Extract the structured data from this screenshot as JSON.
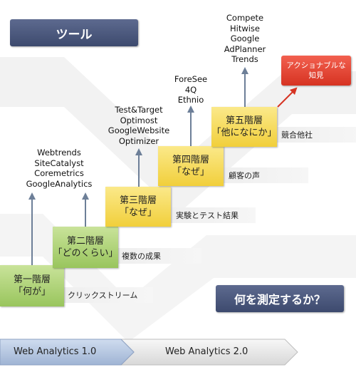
{
  "header": {
    "tools_label": "ツール",
    "question_label": "何を測定するか？"
  },
  "steps": [
    {
      "level": "第一階層",
      "question": "「何が」",
      "description": "クリックストリーム",
      "tools": [
        "Webtrends",
        "SiteCatalyst",
        "Coremetrics",
        "GoogleAnalytics"
      ]
    },
    {
      "level": "第二階層",
      "question": "「どのくらい」",
      "description": "複数の成果",
      "tools": []
    },
    {
      "level": "第三階層",
      "question": "「なぜ」",
      "description": "実験とテスト結果",
      "tools": [
        "Test&Target",
        "Optimost",
        "GoogleWebsite",
        "Optimizer"
      ]
    },
    {
      "level": "第四階層",
      "question": "「なぜ」",
      "description": "顧客の声",
      "tools": [
        "ForeSee",
        "4Q",
        "Ethnio"
      ]
    },
    {
      "level": "第五階層",
      "question": "「他になにか」",
      "description": "競合他社",
      "tools": [
        "Compete",
        "Hitwise",
        "Google",
        "AdPlanner",
        "Trends"
      ]
    }
  ],
  "action": {
    "line1": "アクショナブルな",
    "line2": "知見"
  },
  "timeline": {
    "v1": "Web Analytics 1.0",
    "v2": "Web Analytics 2.0"
  },
  "colors": {
    "green": "#a8d06a",
    "yellow": "#f4d84a",
    "navy": "#4a5779",
    "red": "#e0412f",
    "arrow": "#6d7f98"
  }
}
